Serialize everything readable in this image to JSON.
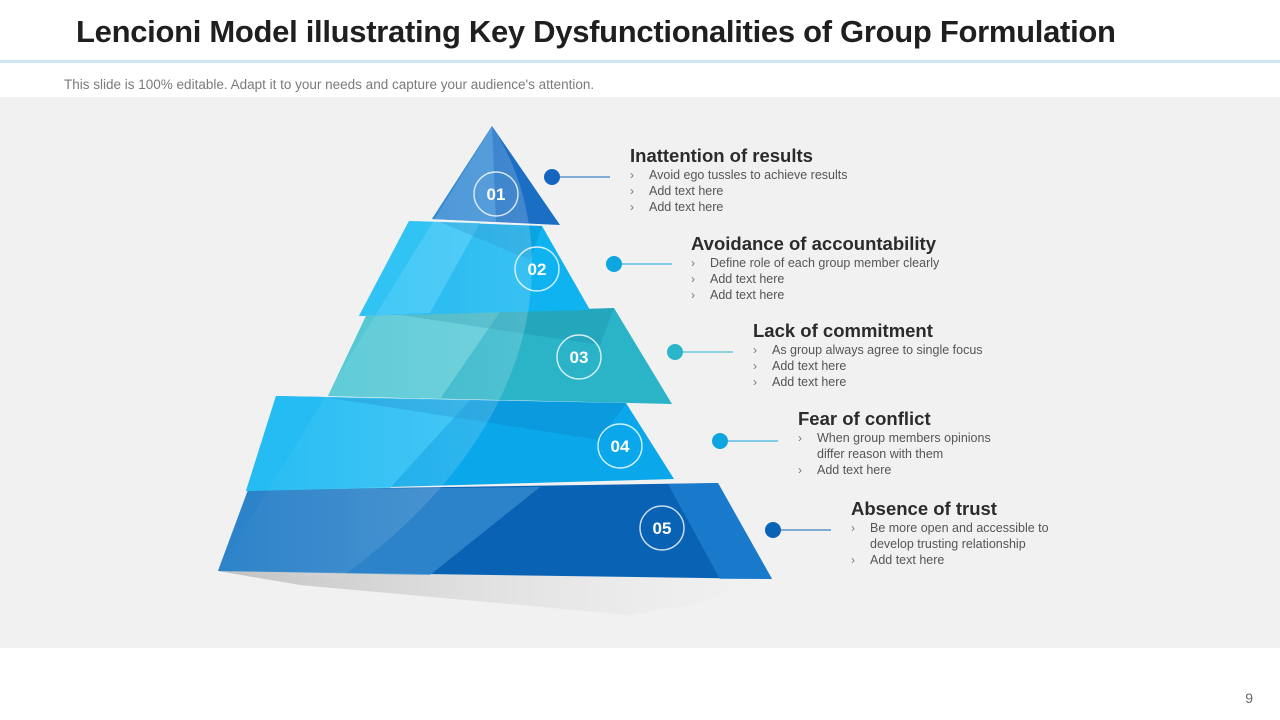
{
  "title": "Lencioni Model illustrating Key Dysfunctionalities of Group Formulation",
  "subtitle": "This slide is 100% editable. Adapt it to your needs and capture your audience's attention.",
  "page_number": "9",
  "levels": [
    {
      "number": "01",
      "title": "Inattention of results",
      "color": "#1565c0",
      "bullets": [
        "Avoid ego tussles to achieve results",
        "Add text here",
        "Add text here"
      ]
    },
    {
      "number": "02",
      "title": "Avoidance of accountability",
      "color": "#0ea5e0",
      "bullets": [
        "Define role of each group member clearly",
        "Add text here",
        "Add text here"
      ]
    },
    {
      "number": "03",
      "title": "Lack of commitment",
      "color": "#2bb5c8",
      "bullets": [
        "As group always agree to single focus",
        "Add text here",
        "Add text here"
      ]
    },
    {
      "number": "04",
      "title": "Fear of conflict",
      "color": "#0ea5e0",
      "bullets": [
        "When group members opinions differ reason with them",
        "Add text here"
      ]
    },
    {
      "number": "05",
      "title": "Absence of trust",
      "color": "#0b63b8",
      "bullets": [
        "Be more open and accessible to develop trusting relationship",
        "Add text here"
      ]
    }
  ],
  "bullet_glyph": "›"
}
